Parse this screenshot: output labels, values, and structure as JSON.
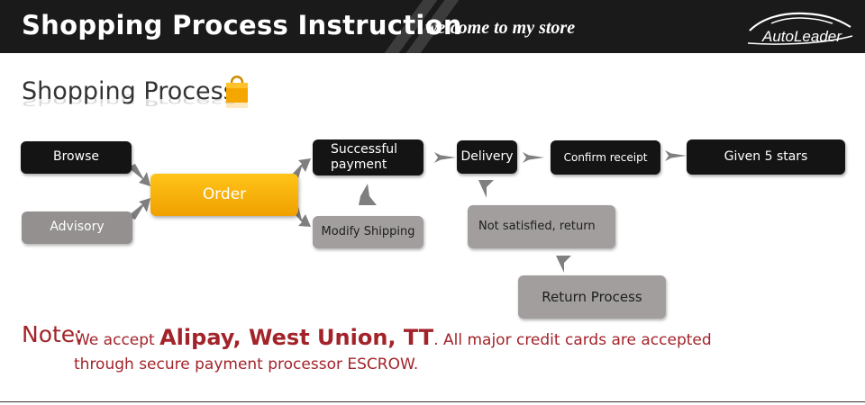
{
  "header": {
    "title": "Shopping Process Instruction",
    "slogan": "welcome to my store",
    "logo_text": "AutoLeader"
  },
  "section": {
    "title": "Shopping Process",
    "icon": "shopping-bag-icon"
  },
  "flow": {
    "browse": "Browse",
    "advisory": "Advisory",
    "order": "Order",
    "successful_payment": "Successful payment",
    "modify_shipping": "Modify Shipping",
    "delivery": "Delivery",
    "not_satisfied": "Not satisfied, return",
    "return_process": "Return Process",
    "confirm_receipt": "Confirm receipt",
    "given_stars": "Given 5 stars"
  },
  "note": {
    "label": "Note:",
    "prefix": "We accept ",
    "highlight": "Alipay, West Union, TT",
    "suffix": ". All major credit cards are accepted",
    "line2": "through secure payment processor ESCROW."
  },
  "colors": {
    "header_bg": "#1a1a1a",
    "order_orange": "#f5b100",
    "note_red": "#a3232a",
    "dark_box": "#141414",
    "grey_box": "#949090"
  }
}
